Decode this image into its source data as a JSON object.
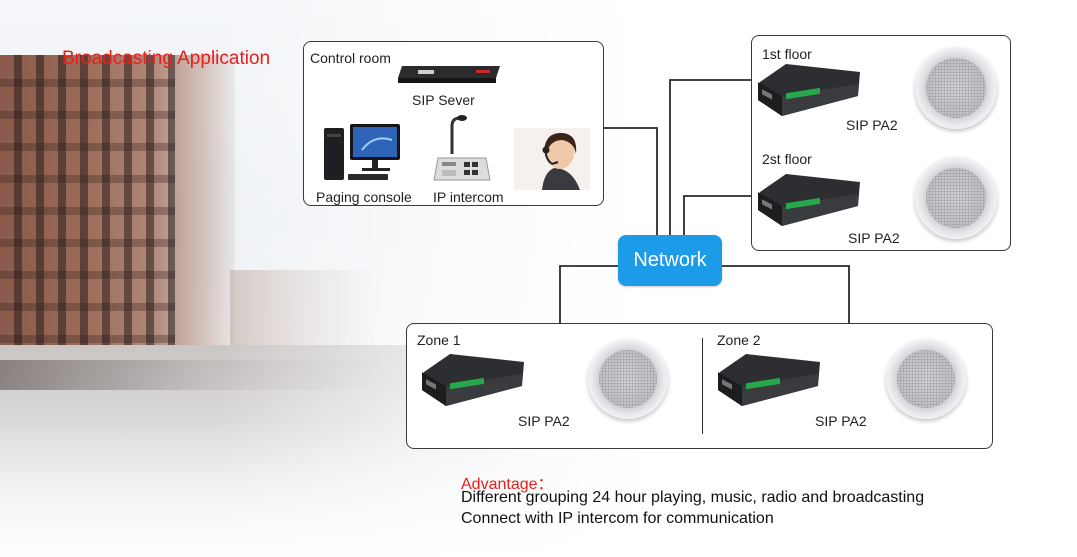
{
  "title": "Broadcasting Application",
  "control_room": {
    "label": "Control room",
    "sip_server_label": "SIP  Sever",
    "paging_console_label": "Paging console",
    "ip_intercom_label": "IP intercom"
  },
  "floors": [
    {
      "label": "1st floor",
      "device_label": "SIP PA2"
    },
    {
      "label": "2st floor",
      "device_label": "SIP PA2"
    }
  ],
  "network_label": "Network",
  "zones": [
    {
      "label": "Zone 1",
      "device_label": "SIP PA2"
    },
    {
      "label": "Zone 2",
      "device_label": "SIP PA2"
    }
  ],
  "advantage": {
    "title": "Advantage：",
    "lines": [
      "Different grouping 24 hour playing, music, radio and broadcasting",
      "Connect with IP intercom for communication"
    ]
  },
  "colors": {
    "title_red": "#e8201c",
    "network_blue": "#1b9be8",
    "line": "#2a2a2a"
  }
}
